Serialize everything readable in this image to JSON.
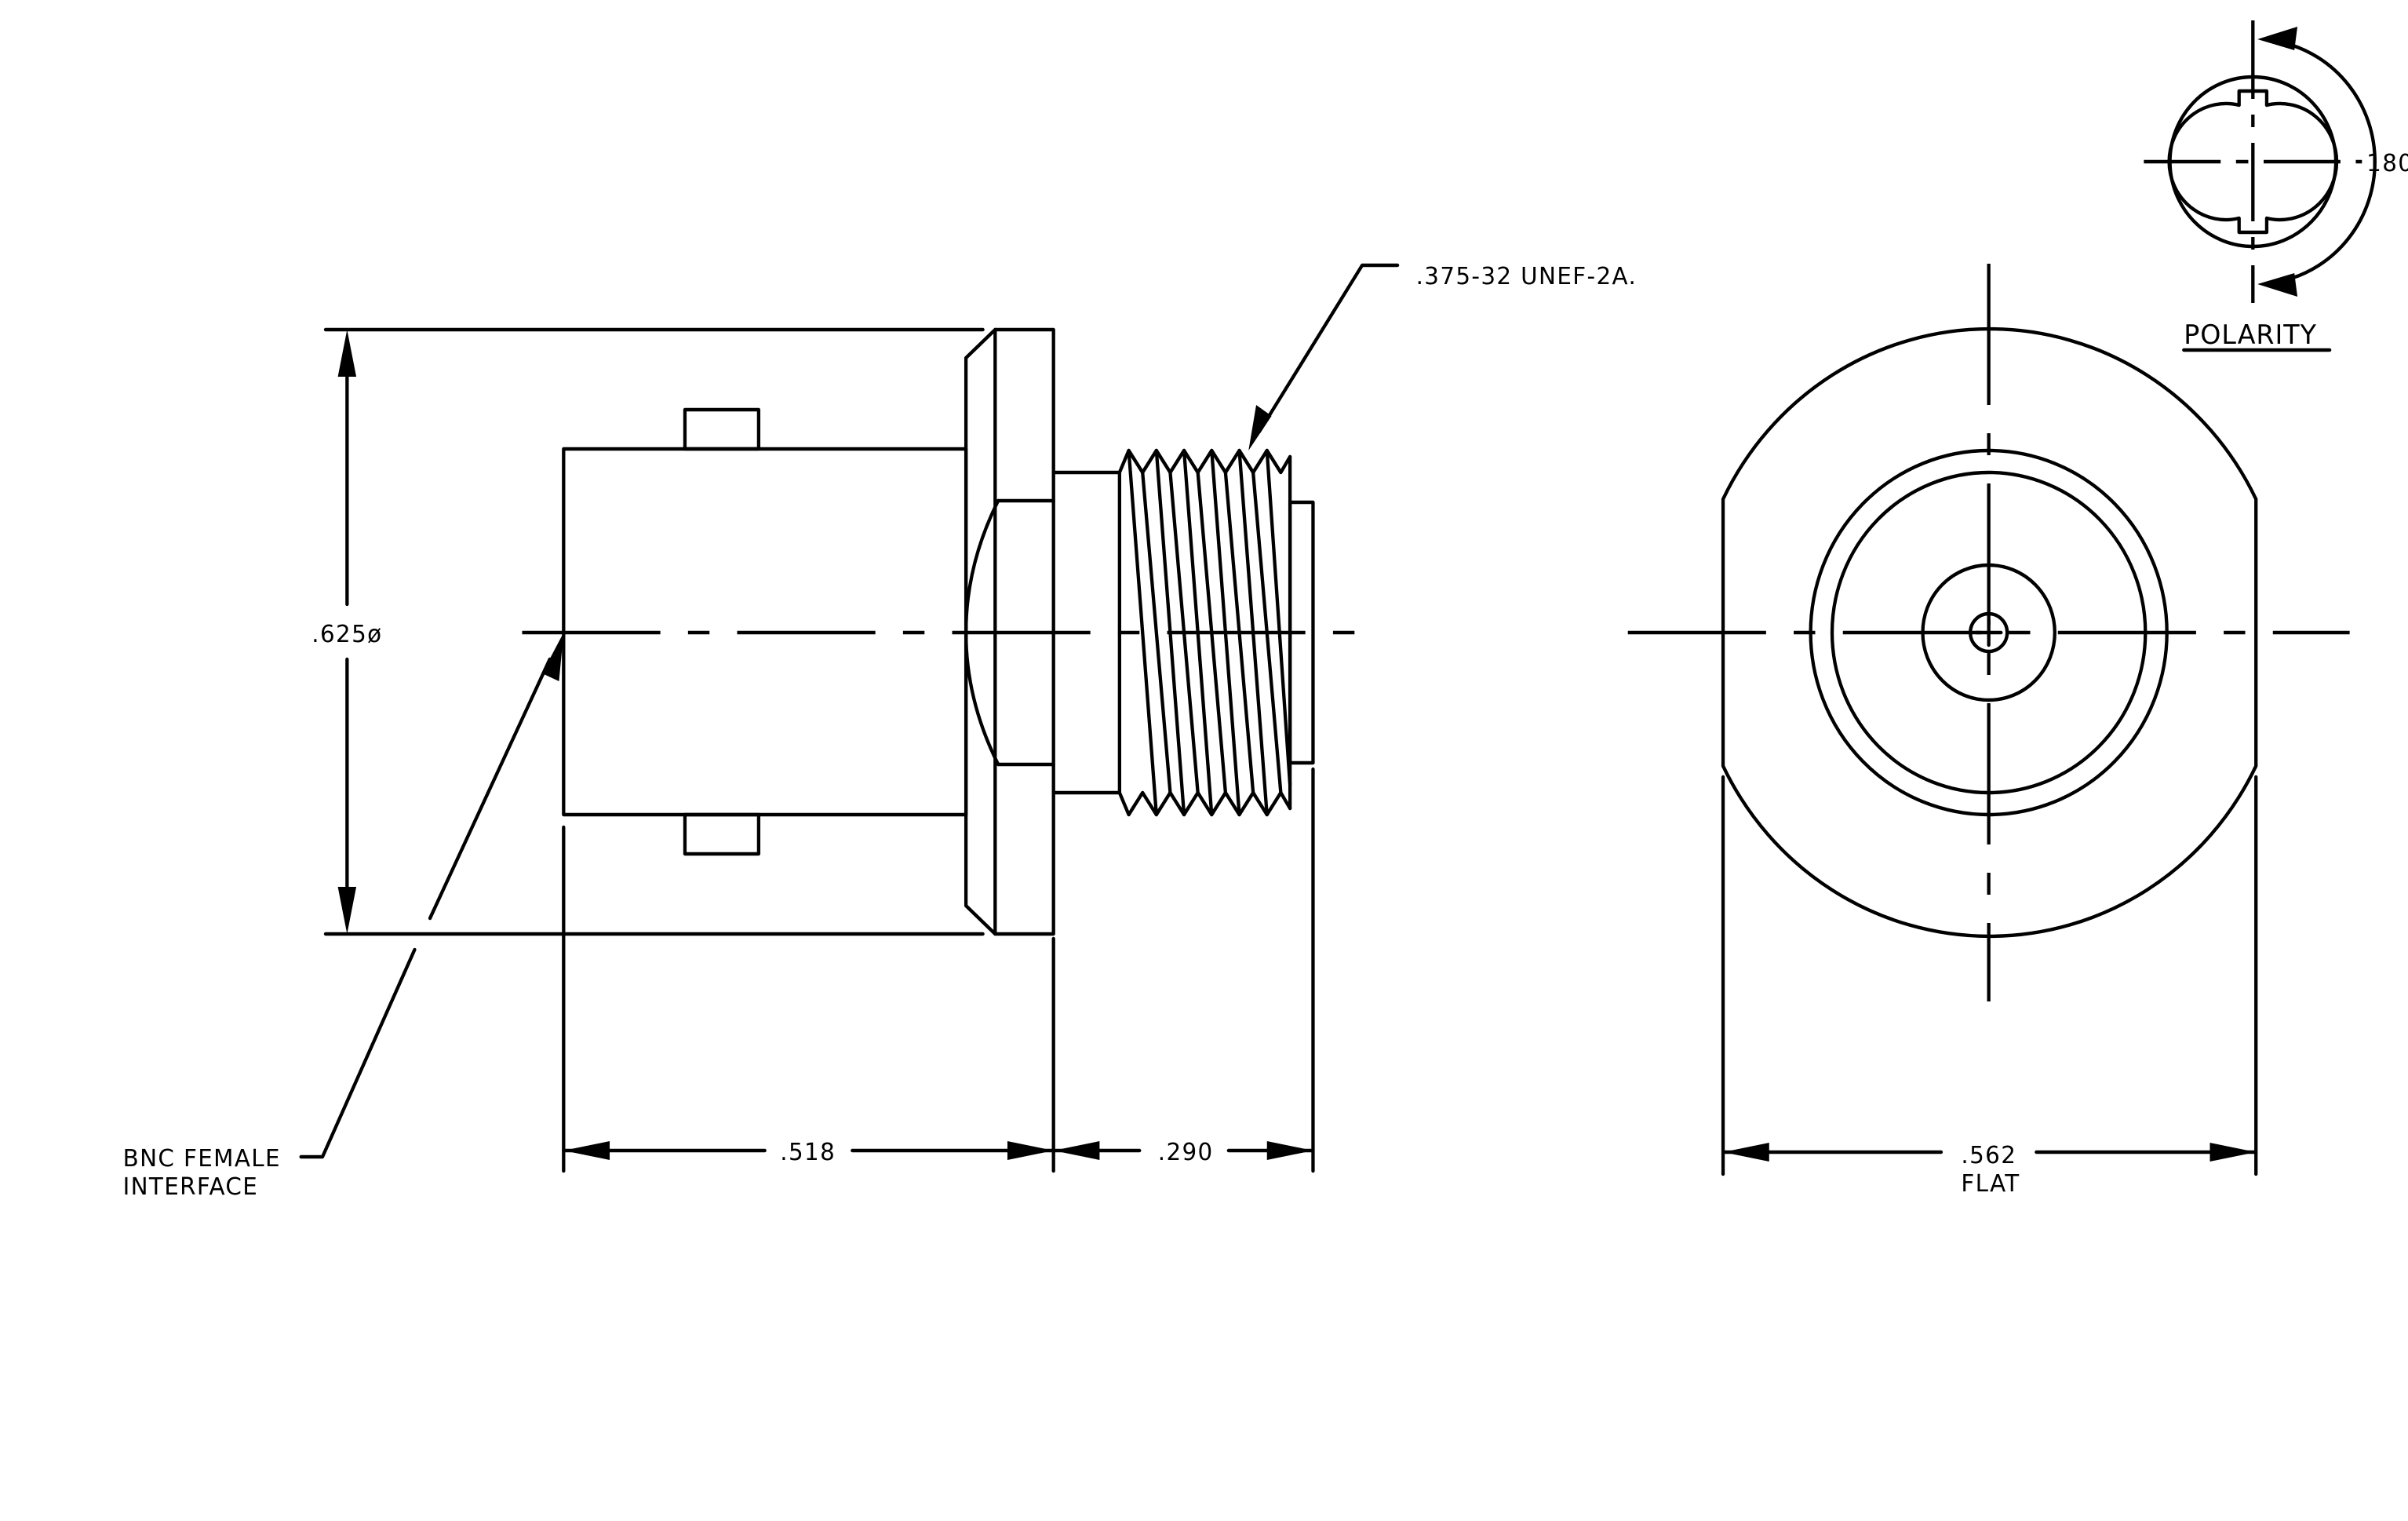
{
  "labels": {
    "thread_spec": ".375-32 UNEF-2A.",
    "diameter": ".625ø",
    "interface_line1": "BNC FEMALE",
    "interface_line2": "INTERFACE",
    "length_body": ".518",
    "length_thread": ".290",
    "flat_value": ".562",
    "flat_label": "FLAT",
    "polarity_title": "POLARITY",
    "polarity_angle": "180"
  }
}
